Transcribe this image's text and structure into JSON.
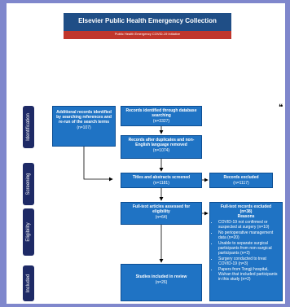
{
  "banner": {
    "title": "Elsevier Public Health Emergency Collection",
    "subtitle": "Public Health Emergency COVID-19 Initiative"
  },
  "phases": {
    "identification": "Identification",
    "screening": "Screening",
    "eligibility": "Eligibility",
    "included": "Included"
  },
  "boxes": {
    "additional": {
      "label": "Additional records identified by searching references and re-run of the search terms",
      "n": "(n=107)"
    },
    "database": {
      "label": "Records identified through database searching",
      "n": "(n=3327)"
    },
    "dedup": {
      "label": "Records after duplicates and non-English language removed",
      "n": "(n=1074)"
    },
    "screened": {
      "label": "Titles and abstracts screened",
      "n": "(n=1181)"
    },
    "excluded": {
      "label": "Records excluded",
      "n": "(n=1117)"
    },
    "fulltext": {
      "label": "Full-text articles assessed for eligibility",
      "n": "(n=64)"
    },
    "fulltext_excluded": {
      "label": "Full-text records excluded",
      "n": "(n=38)",
      "reasons_title": "Reasons",
      "reasons": [
        "COVID-19 not confirmed or suspected at surgery (n=10)",
        "No perioperative management data (n=20)",
        "Unable to separate surgical participants from non-surgical participants (n=3)",
        "Surgery conducted to treat COVID-19 (n=3)",
        "Papers from Tongji hospital, Wuhan that included participants in this study (n=2)"
      ]
    },
    "included": {
      "label": "Studies included in review",
      "n": "(n=26)"
    }
  },
  "colors": {
    "box": "#1f73c4",
    "phase": "#1e2a66",
    "banner_top": "#1f4e86",
    "banner_bottom": "#c0362c",
    "background": "#7f87cc"
  },
  "side_icon": "citation-icon"
}
